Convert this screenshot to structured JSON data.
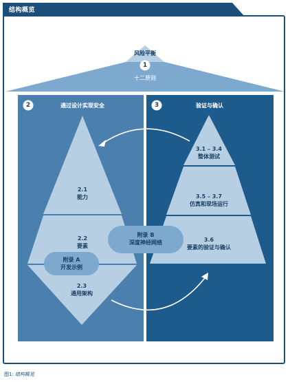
{
  "header": {
    "title": "结构概览"
  },
  "principle": {
    "title": "风险平衡",
    "number": "1",
    "subtitle": "十二原则"
  },
  "left_panel": {
    "number": "2",
    "title": "通过设计实现安全",
    "items": [
      {
        "num": "2.1",
        "label": "能力"
      },
      {
        "num": "2.2",
        "label": "要素"
      },
      {
        "num": "2.3",
        "label": "通用架构"
      }
    ],
    "annex": {
      "title": "附录 A",
      "label": "开发示例"
    }
  },
  "right_panel": {
    "number": "3",
    "title": "验证与确认",
    "items": [
      {
        "num": "3.1 – 3.4",
        "label": "整体测试"
      },
      {
        "num": "3.5 – 3.7",
        "label": "仿真和现场运行"
      },
      {
        "num": "3.6",
        "label": "要素的验证与确认"
      }
    ]
  },
  "center_annex": {
    "title": "附录 B",
    "label": "深度神经网络"
  },
  "caption": {
    "prefix": "图1:",
    "text": "结构概览"
  },
  "colors": {
    "brand_dark": "#1b4f7a",
    "left_panel": "#4a7fae",
    "right_panel": "#1d5b8c",
    "light_shape": "#b7cfe3",
    "annex_shape": "#7ea9cf"
  }
}
